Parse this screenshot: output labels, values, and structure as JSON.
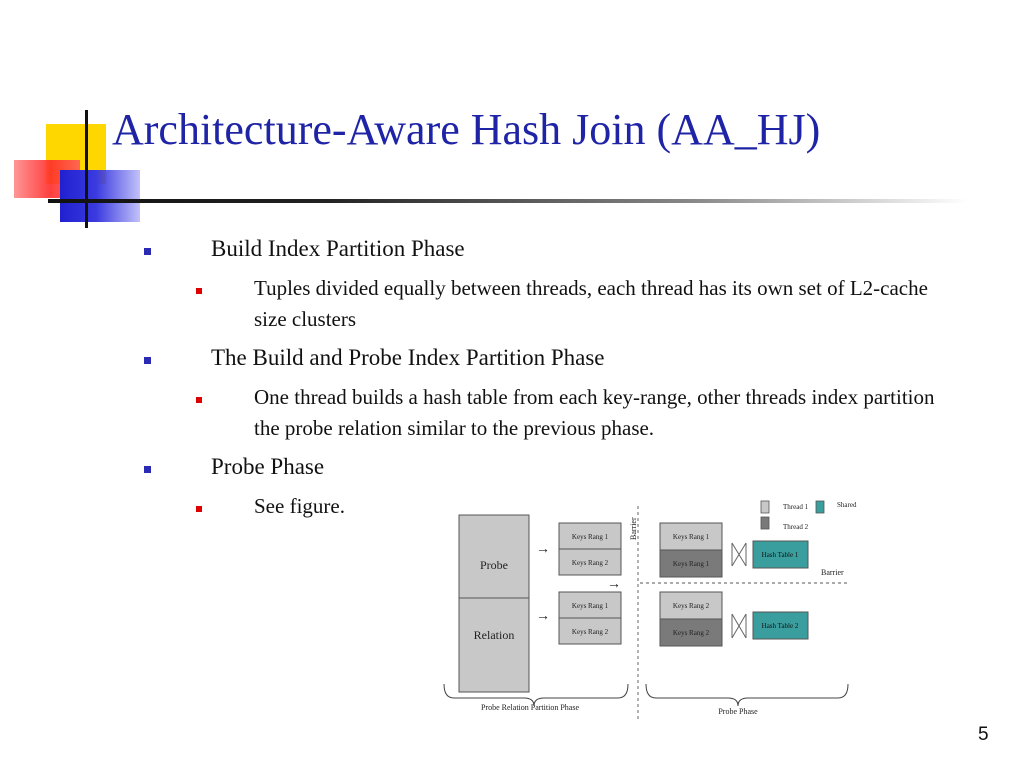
{
  "title": "Architecture-Aware Hash Join (AA_HJ)",
  "bullets": [
    {
      "text": "Build Index Partition Phase",
      "sub": "Tuples divided equally between threads, each thread has its own set of L2-cache size clusters"
    },
    {
      "text": "The Build and Probe Index Partition Phase",
      "sub": "One thread builds a hash table from each key-range, other threads index partition the probe relation similar to the previous phase."
    },
    {
      "text": "Probe Phase",
      "sub": "See figure."
    }
  ],
  "figure": {
    "probe_label": "Probe",
    "relation_label": "Relation",
    "keys_range_1": "Keys Rang 1",
    "keys_range_2": "Keys Rang 2",
    "barrier_label": "Barrier",
    "hash_table_1": "Hash Table 1",
    "hash_table_2": "Hash Table 2",
    "legend_thread1": "Thread 1",
    "legend_thread2": "Thread 2",
    "legend_shared": "Shared",
    "left_phase_label": "Probe Relation Partition Phase",
    "right_phase_label": "Probe Phase",
    "colors": {
      "thread1": "#c8c8c8",
      "thread2": "#7a7a7a",
      "shared": "#3a9e9e"
    }
  },
  "slide_number": "5"
}
